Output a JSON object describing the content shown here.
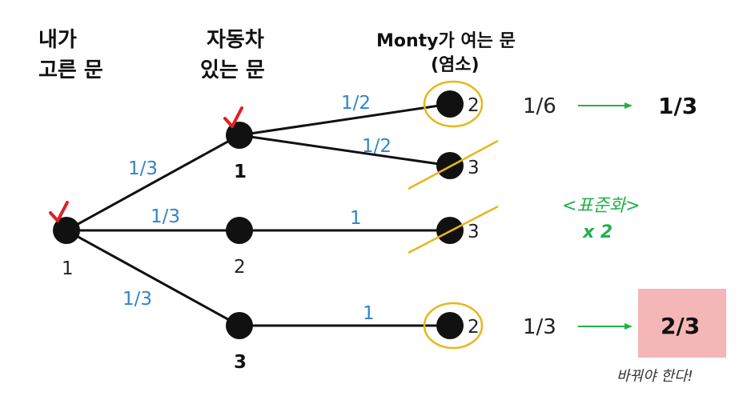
{
  "headers": {
    "my_pick_line1": "내가",
    "my_pick_line2": "고른 문",
    "car_line1": "자동차",
    "car_line2": "있는 문",
    "monty_line1": "Monty가 여는 문",
    "monty_line2": "(염소)"
  },
  "branch_probs": {
    "to_car1": "1/3",
    "to_car2": "1/3",
    "to_car3": "1/3",
    "car1_to_open2": "1/2",
    "car1_to_open3": "1/2",
    "car2_to_open3": "1",
    "car3_to_open2": "1"
  },
  "node_labels": {
    "root": "1",
    "car1": "1",
    "car2": "2",
    "car3": "3",
    "open_a": "2",
    "open_b": "3",
    "open_c": "3",
    "open_d": "2"
  },
  "results": {
    "top_prob": "1/6",
    "top_normalized": "1/3",
    "bottom_prob": "1/3",
    "bottom_normalized": "2/3"
  },
  "normalize": {
    "label": "<표준화>",
    "factor": "x 2"
  },
  "note": "바꿔야 한다!",
  "colors": {
    "line": "#111111",
    "node": "#111111",
    "prob_text": "#2f86c5",
    "highlight_ring": "#e8b61c",
    "strike": "#e8b61c",
    "check": "#e02020",
    "arrow": "#22b04a",
    "result_box": "#f4b6b6"
  }
}
